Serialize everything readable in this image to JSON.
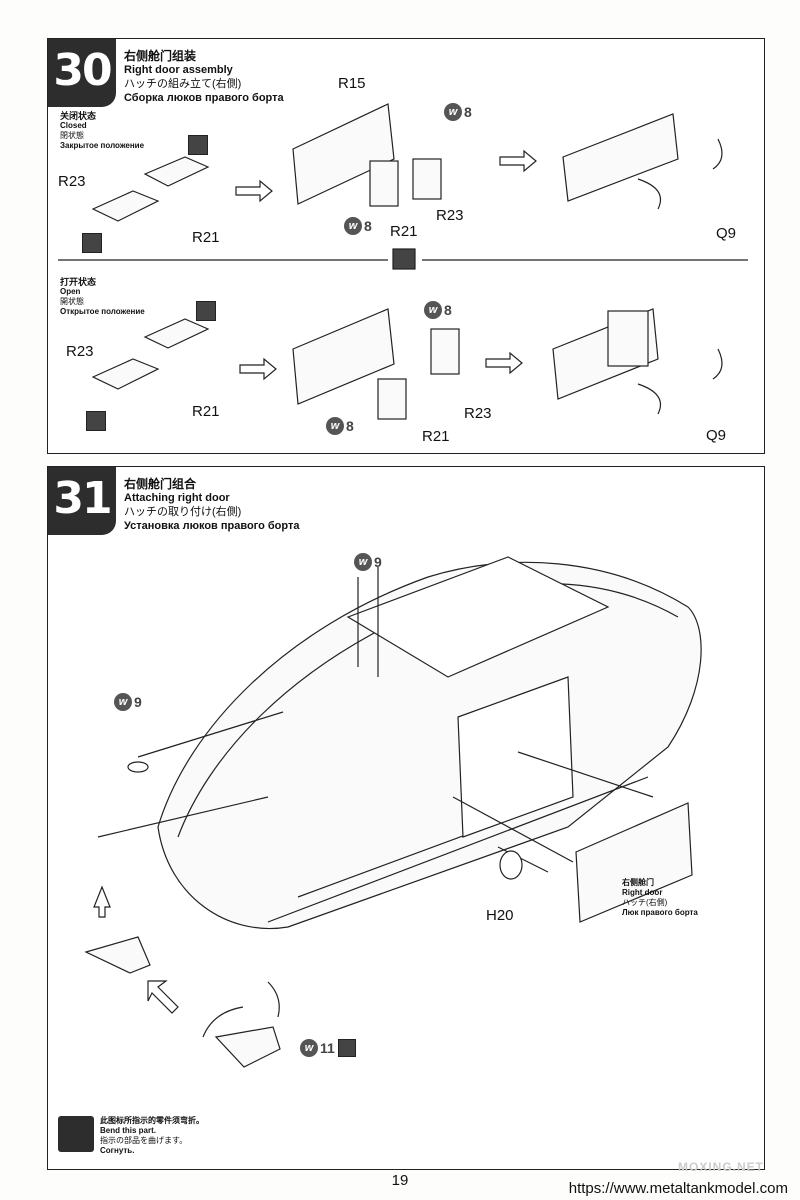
{
  "step30": {
    "number": "30",
    "title_zh": "右侧舱门组装",
    "title_en": "Right door assembly",
    "title_jp": "ハッチの組み立て(右側)",
    "title_ru": "Сборка люков правого борта",
    "closed": {
      "zh": "关闭状态",
      "en": "Closed",
      "jp": "閉状態",
      "ru": "Закрытое положение"
    },
    "open": {
      "zh": "打开状态",
      "en": "Open",
      "jp": "開状態",
      "ru": "Открытое положение"
    },
    "labels": {
      "r23": "R23",
      "r21": "R21",
      "r15": "R15",
      "q9": "Q9",
      "w8": "8"
    }
  },
  "step31": {
    "number": "31",
    "title_zh": "右侧舱门组合",
    "title_en": "Attaching right door",
    "title_jp": "ハッチの取り付け(右側)",
    "title_ru": "Установка люков правого борта",
    "labels": {
      "w9": "9",
      "w11": "11",
      "h20": "H20"
    },
    "door": {
      "zh": "右侧舱门",
      "en": "Right door",
      "jp": "ハッチ(右側)",
      "ru": "Люк правого борта"
    }
  },
  "note": {
    "zh": "此图标所指示的零件须弯折。",
    "en": "Bend this part.",
    "jp": "指示の部品を曲げます。",
    "ru": "Согнуть."
  },
  "page_number": "19",
  "url": "https://www.metaltankmodel.com",
  "watermark": "MOXING.NET"
}
